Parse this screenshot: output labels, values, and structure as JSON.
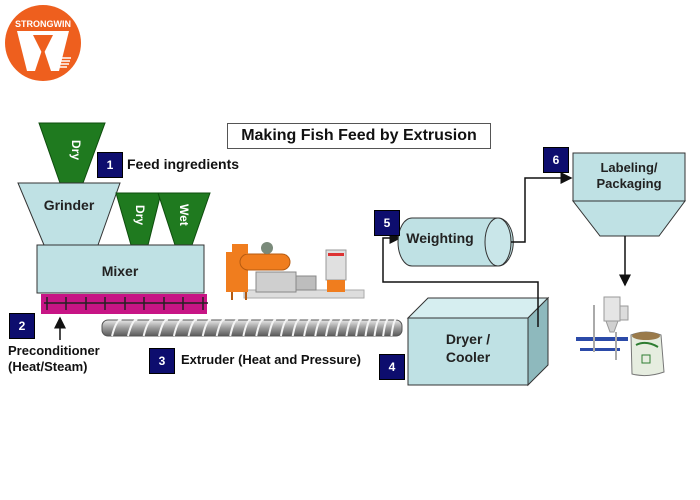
{
  "brand": {
    "name": "STRONGWIN",
    "logo_letter": "W",
    "logo_color": "#ee5f1e"
  },
  "title": "Making Fish Feed by Extrusion",
  "colors": {
    "hopper_green": "#1f7a1f",
    "machine_light_blue": "#bfe1e4",
    "preconditioner_magenta": "#c71585",
    "badge_navy": "#0d0d6e",
    "outline": "#222222"
  },
  "components": {
    "dry_hopper_1": "Dry",
    "dry_hopper_2": "Dry",
    "wet_hopper": "Wet",
    "grinder": "Grinder",
    "mixer": "Mixer",
    "weighting": "Weighting",
    "dryer_cooler_line1": "Dryer /",
    "dryer_cooler_line2": "Cooler",
    "packaging_line1": "Labeling/",
    "packaging_line2": "Packaging"
  },
  "steps": [
    {
      "number": "1",
      "label": "Feed ingredients"
    },
    {
      "number": "2",
      "label_line1": "Preconditioner",
      "label_line2": "(Heat/Steam)"
    },
    {
      "number": "3",
      "label": "Extruder (Heat and Pressure)"
    },
    {
      "number": "4",
      "label": ""
    },
    {
      "number": "5",
      "label": ""
    },
    {
      "number": "6",
      "label": ""
    }
  ],
  "images": {
    "extruder_machine": "extruder-machine-photo",
    "extruder_screw": "extruder-screw",
    "packing_machine": "packing-machine-photo",
    "feed_bag": "feed-bag-photo"
  }
}
